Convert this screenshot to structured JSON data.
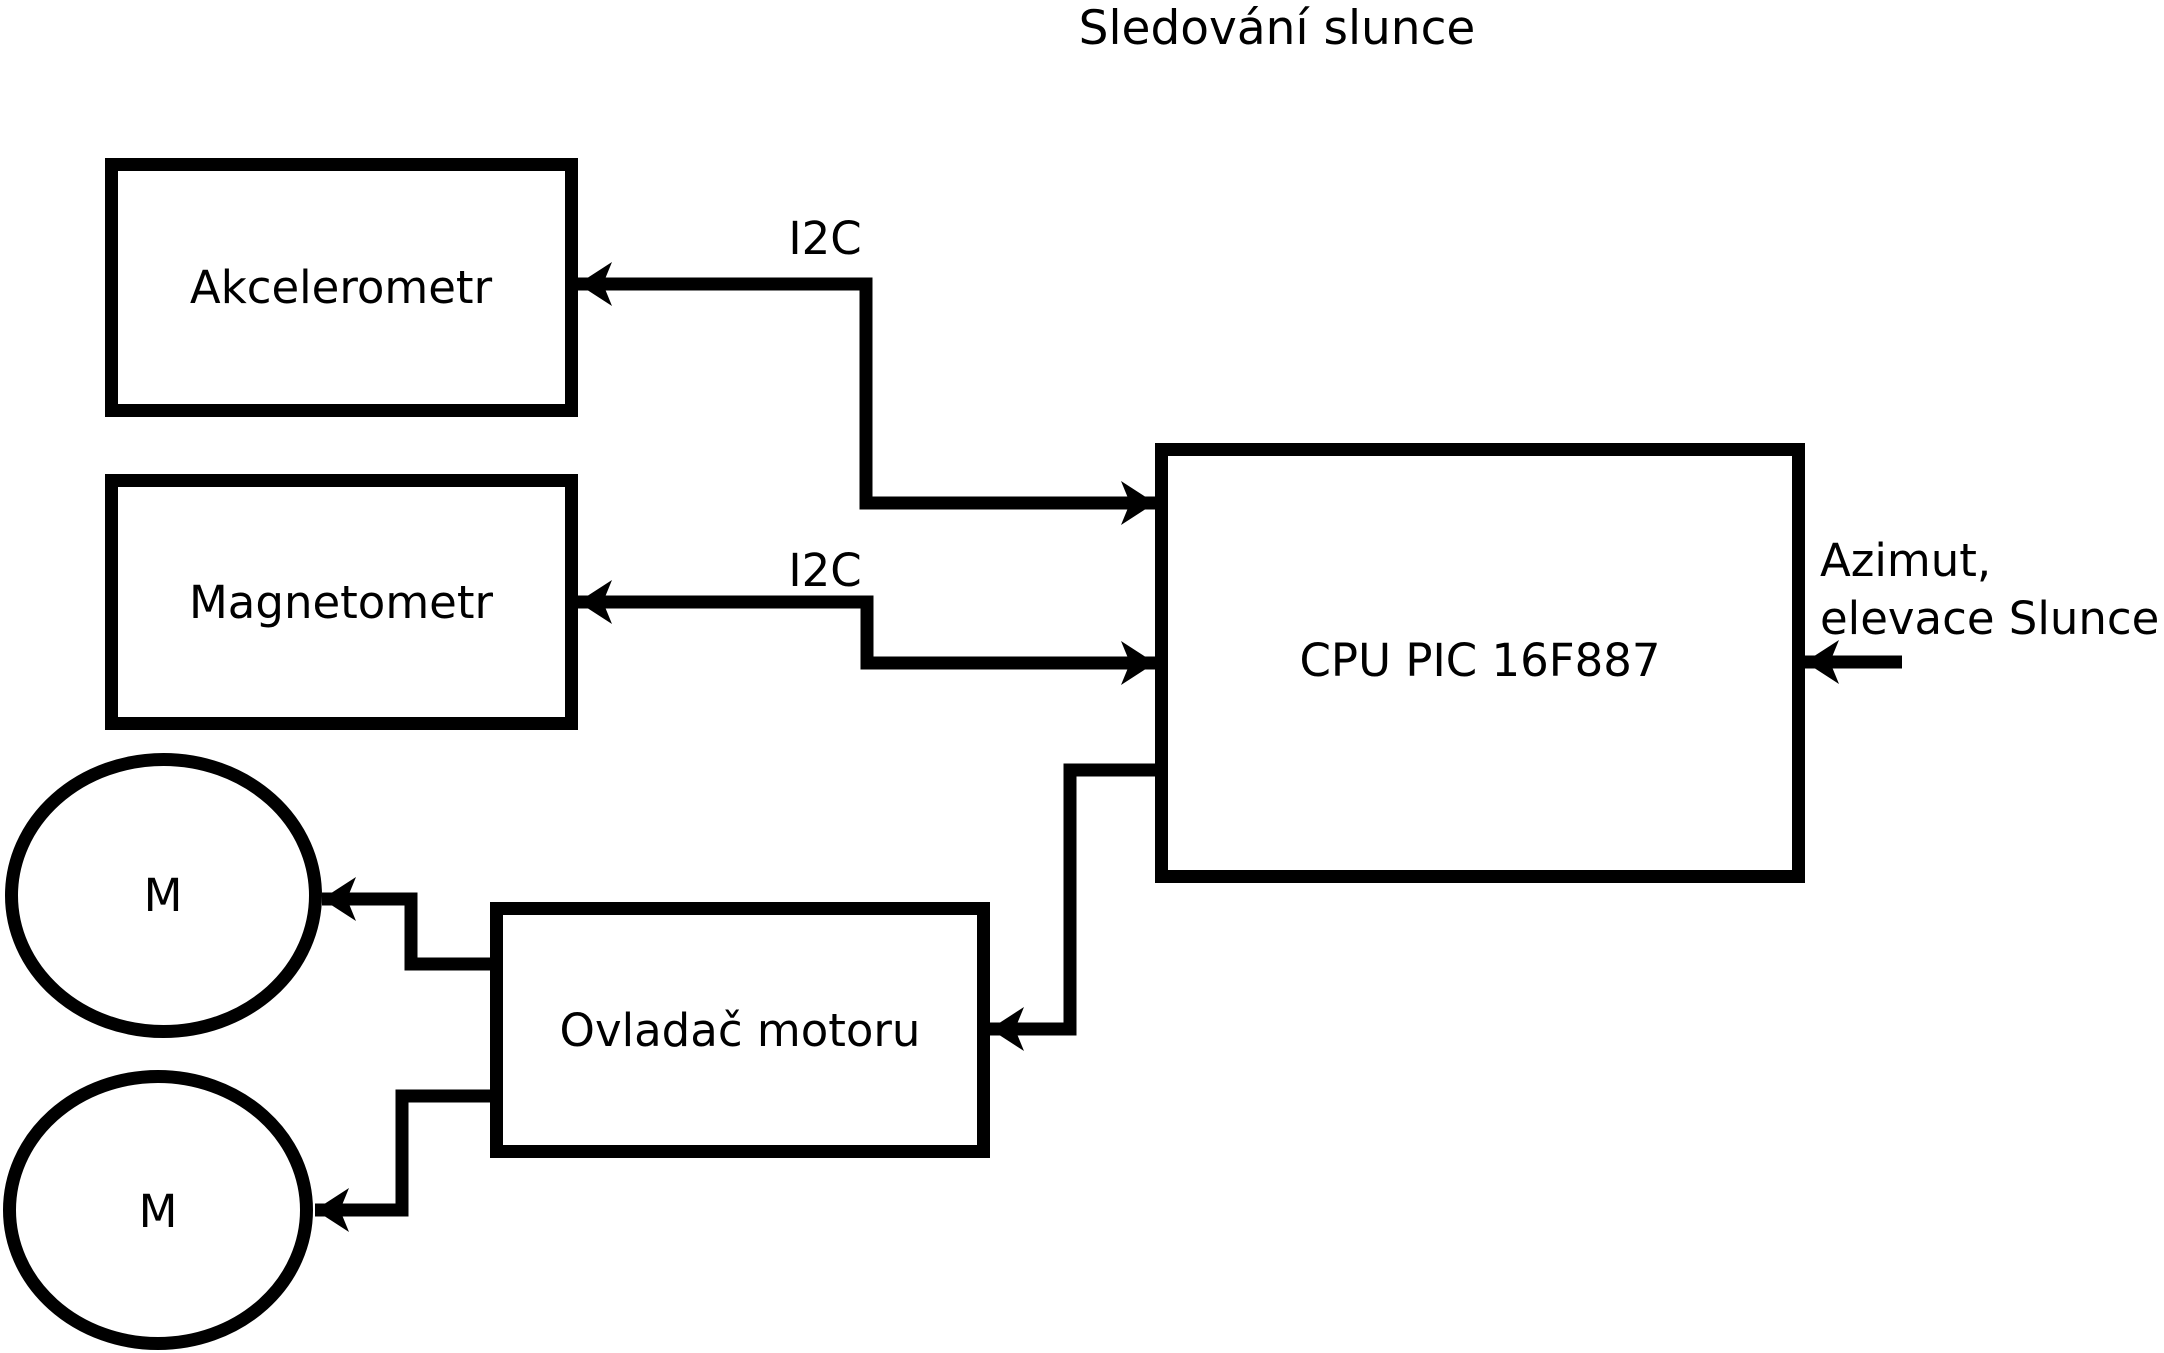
{
  "diagram": {
    "title": "Sledování slunce",
    "colors": {
      "background": "#ffffff",
      "stroke": "#000000",
      "text": "#000000"
    },
    "nodes": [
      {
        "id": "akcelerometr",
        "shape": "rect",
        "label": "Akcelerometr"
      },
      {
        "id": "magnetometr",
        "shape": "rect",
        "label": "Magnetometr"
      },
      {
        "id": "cpu",
        "shape": "rect",
        "label": "CPU PIC 16F887"
      },
      {
        "id": "ovladac",
        "shape": "rect",
        "label": "Ovladač motoru"
      },
      {
        "id": "motor-1",
        "shape": "ellipse",
        "label": "M"
      },
      {
        "id": "motor-2",
        "shape": "ellipse",
        "label": "M"
      }
    ],
    "edge_labels": {
      "i2c_akcelerometr": "I2C",
      "i2c_magnetometr": "I2C"
    },
    "external_input": {
      "line1": "Azimut,",
      "line2": "elevace Slunce"
    }
  }
}
